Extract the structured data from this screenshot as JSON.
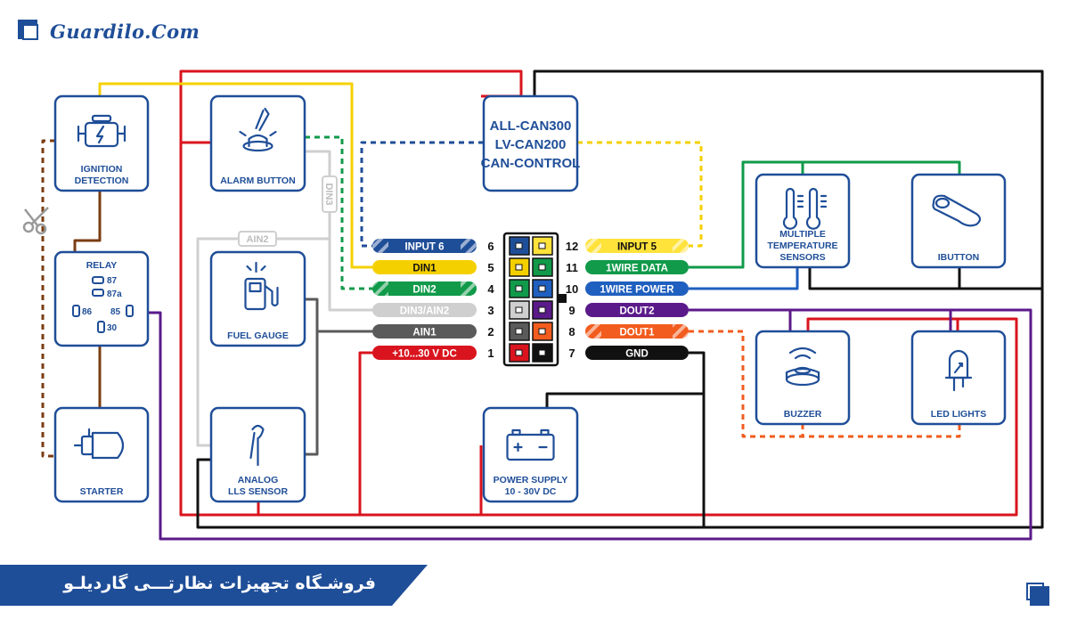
{
  "brand": {
    "name": "Guardilo.Com"
  },
  "footer": {
    "text": "فروشـگاه تجهیزات نظارتـــی گاردیلـو"
  },
  "devices": {
    "ignition": [
      "IGNITION",
      "DETECTION"
    ],
    "alarm": [
      "ALARM BUTTON"
    ],
    "relay": [
      "RELAY"
    ],
    "relay_pins": [
      "87",
      "87a",
      "86",
      "85",
      "30"
    ],
    "fuel": [
      "FUEL GAUGE"
    ],
    "starter": [
      "STARTER"
    ],
    "lls": [
      "ANALOG",
      "LLS SENSOR"
    ],
    "can": [
      "ALL-CAN300",
      "LV-CAN200",
      "CAN-CONTROL"
    ],
    "temp": [
      "MULTIPLE",
      "TEMPERATURE",
      "SENSORS"
    ],
    "ibutton": [
      "IBUTTON"
    ],
    "buzzer": [
      "BUZZER"
    ],
    "led": [
      "LED LIGHTS"
    ],
    "power": [
      "POWER SUPPLY",
      "10 - 30V DC"
    ]
  },
  "wire_labels": {
    "ain2": "AIN2",
    "din3": "DIN3"
  },
  "pins_left": [
    {
      "num": "6",
      "label": "INPUT 6",
      "color": "#1f4e98",
      "style": "hatched"
    },
    {
      "num": "5",
      "label": "DIN1",
      "color": "#f5d000",
      "style": "solid"
    },
    {
      "num": "4",
      "label": "DIN2",
      "color": "#109a4a",
      "style": "hatched"
    },
    {
      "num": "3",
      "label": "DIN3/AIN2",
      "color": "#cfcfcf",
      "style": "solid"
    },
    {
      "num": "2",
      "label": "AIN1",
      "color": "#5a5a5a",
      "style": "solid"
    },
    {
      "num": "1",
      "label": "+10...30 V DC",
      "color": "#d9141e",
      "style": "solid"
    }
  ],
  "pins_right": [
    {
      "num": "12",
      "label": "INPUT 5",
      "color": "#ffe23a",
      "style": "hatched"
    },
    {
      "num": "11",
      "label": "1WIRE DATA",
      "color": "#109a4a",
      "style": "solid"
    },
    {
      "num": "10",
      "label": "1WIRE POWER",
      "color": "#1f5fbf",
      "style": "solid"
    },
    {
      "num": "9",
      "label": "DOUT2",
      "color": "#5b1a8a",
      "style": "solid"
    },
    {
      "num": "8",
      "label": "DOUT1",
      "color": "#f25c1e",
      "style": "hatched"
    },
    {
      "num": "7",
      "label": "GND",
      "color": "#111111",
      "style": "solid"
    }
  ],
  "colors": {
    "brand": "#1f4e98",
    "box_border": "#1f4e98",
    "red": "#d9141e",
    "black": "#111111",
    "yellow": "#f5d000",
    "green": "#109a4a",
    "blue": "#1f5fbf",
    "purple": "#5b1a8a",
    "orange": "#f25c1e",
    "gray": "#cfcfcf",
    "brown": "#7a3d12",
    "darkgray": "#5a5a5a"
  }
}
